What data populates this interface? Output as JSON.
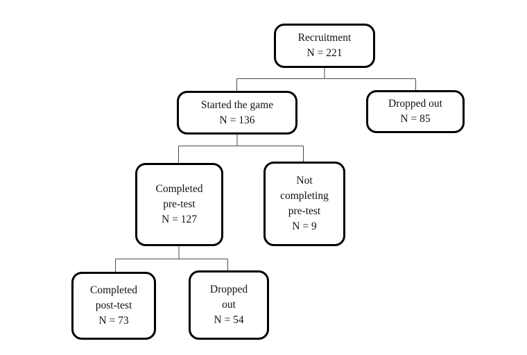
{
  "diagram": {
    "type": "flowchart",
    "nodes": {
      "recruitment": {
        "lines": [
          "Recruitment",
          "N = 221"
        ]
      },
      "started_game": {
        "lines": [
          "Started the game",
          "N = 136"
        ]
      },
      "dropped_out_early": {
        "lines": [
          "Dropped out",
          "N = 85"
        ]
      },
      "completed_pretest": {
        "lines": [
          "Completed",
          "pre-test",
          "N = 127"
        ]
      },
      "not_completing_pretest": {
        "lines": [
          "Not",
          "completing",
          "pre-test",
          "N = 9"
        ]
      },
      "completed_posttest": {
        "lines": [
          "Completed",
          "post-test",
          "N = 73"
        ]
      },
      "dropped_out_late": {
        "lines": [
          "Dropped",
          "out",
          "N = 54"
        ]
      }
    },
    "edges": [
      {
        "from": "recruitment",
        "to": "started_game"
      },
      {
        "from": "recruitment",
        "to": "dropped_out_early"
      },
      {
        "from": "started_game",
        "to": "completed_pretest"
      },
      {
        "from": "started_game",
        "to": "not_completing_pretest"
      },
      {
        "from": "completed_pretest",
        "to": "completed_posttest"
      },
      {
        "from": "completed_pretest",
        "to": "dropped_out_late"
      }
    ],
    "colors": {
      "background": "#ffffff",
      "box_border": "#000000",
      "text": "#111111",
      "connector": "#4a4a4a"
    }
  }
}
